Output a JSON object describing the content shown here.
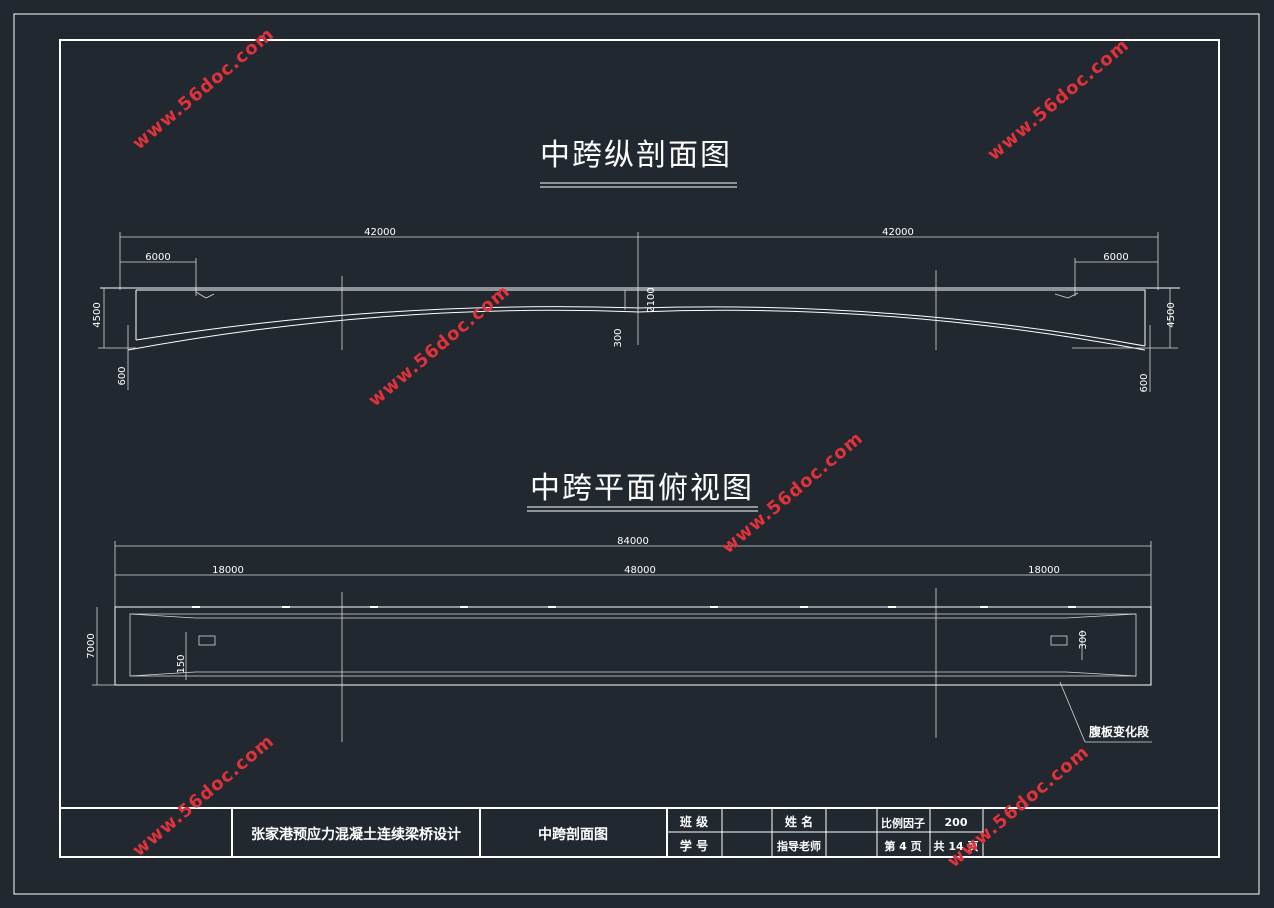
{
  "titles": {
    "elevation": "中跨纵剖面图",
    "plan": "中跨平面俯视图"
  },
  "elevation_dims": {
    "left_half": "42000",
    "right_half": "42000",
    "left_seg": "6000",
    "right_seg": "6000",
    "left_height": "4500",
    "right_height": "4500",
    "left_bottom": "600",
    "right_bottom": "600",
    "mid_depth": "2100",
    "mid_bottom": "300"
  },
  "plan_dims": {
    "total": "84000",
    "left": "18000",
    "middle": "48000",
    "right": "18000",
    "width": "7000",
    "left_web": "150",
    "right_web": "300",
    "web_note": "腹板变化段"
  },
  "title_block": {
    "project": "张家港预应力混凝土连续梁桥设计",
    "drawing": "中跨剖面图",
    "class_label": "班 级",
    "name_label": "姓 名",
    "scale_label": "比例因子",
    "scale_value": "200",
    "id_label": "学 号",
    "advisor_label": "指导老师",
    "page_label": "第 4 页",
    "total_label": "共 14 页"
  },
  "watermark": "www.56doc.com",
  "colors": {
    "background": "#212830",
    "lines": "#ffffff",
    "watermark": "#e0323a"
  }
}
